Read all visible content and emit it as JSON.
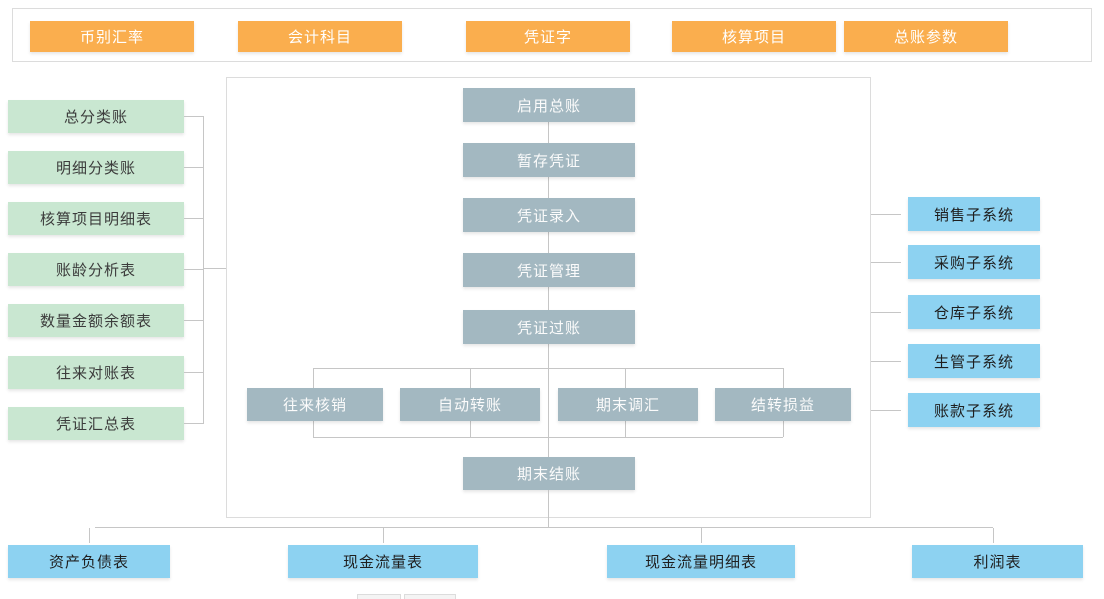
{
  "top_bar": {
    "items": [
      "币别汇率",
      "会计科目",
      "凭证字",
      "核算项目",
      "总账参数"
    ],
    "color": "#FAAE4E"
  },
  "left_column": {
    "items": [
      "总分类账",
      "明细分类账",
      "核算项目明细表",
      "账龄分析表",
      "数量金额余额表",
      "往来对账表",
      "凭证汇总表"
    ],
    "color": "#C9E7D1"
  },
  "main_flow": {
    "steps": [
      "启用总账",
      "暂存凭证",
      "凭证录入",
      "凭证管理",
      "凭证过账"
    ],
    "period_tasks": [
      "往来核销",
      "自动转账",
      "期末调汇",
      "结转损益"
    ],
    "final_step": "期末结账",
    "color": "#A3B8C1"
  },
  "right_column": {
    "items": [
      "销售子系统",
      "采购子系统",
      "仓库子系统",
      "生管子系统",
      "账款子系统"
    ],
    "color": "#8DD2F1"
  },
  "bottom_row": {
    "items": [
      "资产负债表",
      "现金流量表",
      "现金流量明细表",
      "利润表"
    ],
    "color": "#8DD2F1"
  }
}
